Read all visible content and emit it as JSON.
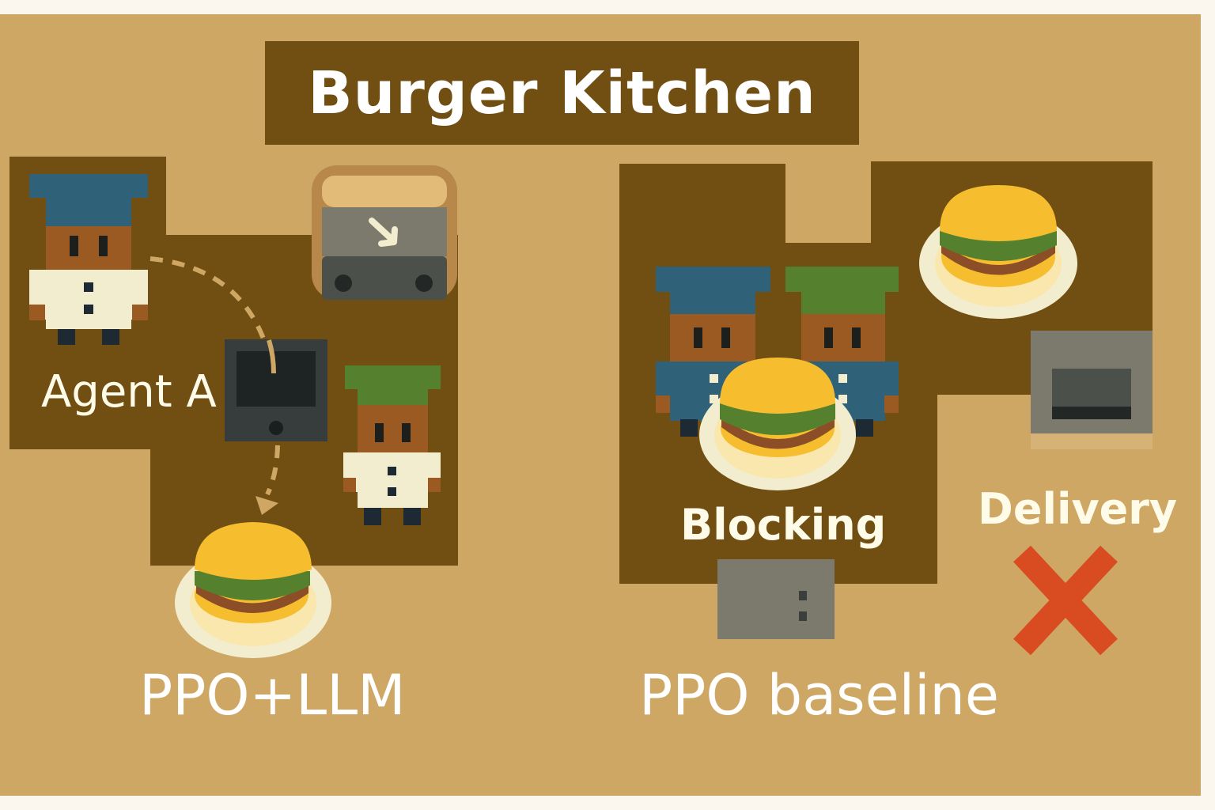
{
  "title": "Burger Kitchen",
  "left_panel": {
    "agent_label": "Agent A",
    "caption": "PPO+LLM"
  },
  "right_panel": {
    "blocking_label": "Blocking",
    "delivery_label": "Delivery",
    "caption": "PPO baseline",
    "delivery_status_icon": "cross-icon"
  },
  "colors": {
    "board": "#cfa764",
    "floor": "#714e12",
    "chef_blue_hat": "#2f6278",
    "chef_green_hat": "#55812f",
    "burger_bun": "#f6bd2e",
    "fail_cross": "#d94c22"
  }
}
